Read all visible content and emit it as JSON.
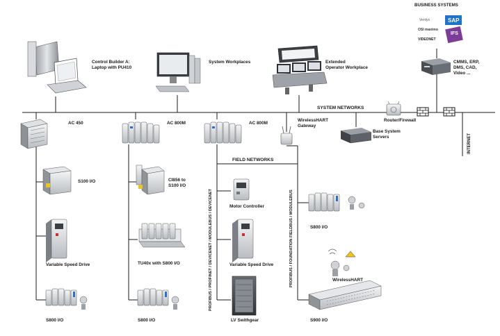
{
  "networks": {
    "system": "SYSTEM NETWORKS",
    "field": "FIELD NETWORKS",
    "internet": "INTERNET",
    "business": "BUSINESS SYSTEMS"
  },
  "business_logos": [
    "Ventyx",
    "SAP",
    "OSI maximo",
    "IFS",
    "VIDEONET"
  ],
  "top_nodes": {
    "control_builder": "Control Builder A:\nLaptop with PU410",
    "system_workplaces": "System Workplaces",
    "extended_workplace": "Extended\nOperator Workplace",
    "cmms": "CMMS, ERP,\nDMS, CAD,\nVideo ..."
  },
  "mid_nodes": {
    "ac450": "AC 450",
    "ac800m_1": "AC 800M",
    "ac800m_2": "AC 800M",
    "wirelesshart_gateway": "WirelessHART\nGateway",
    "router": "Router/Firewall",
    "base_servers": "Base System\nServers"
  },
  "io_nodes": {
    "s100": "S100 I/O",
    "ci856": "CI856 to\nS100 I/O",
    "vsd_1": "Variable Speed Drive",
    "tu40x": "TU40x with S800 I/O",
    "s800_1": "S800 I/O",
    "s800_2": "S800 I/O",
    "motor_controller": "Motor Controller",
    "vsd_2": "Variable Speed Drive",
    "lv_switchgear": "LV Swithgear",
    "s800_3": "S800 I/O",
    "wirelesshart": "WirelessHART",
    "s900": "S900 I/O"
  },
  "bus_labels": {
    "profibus_1": "PROFIBUS / PROFINET / DEVICENET / MODULEBUS / DEVICENET",
    "profibus_2": "PROFIBUS / FOUNDATION FIELDBUS / MODULEBUS"
  }
}
